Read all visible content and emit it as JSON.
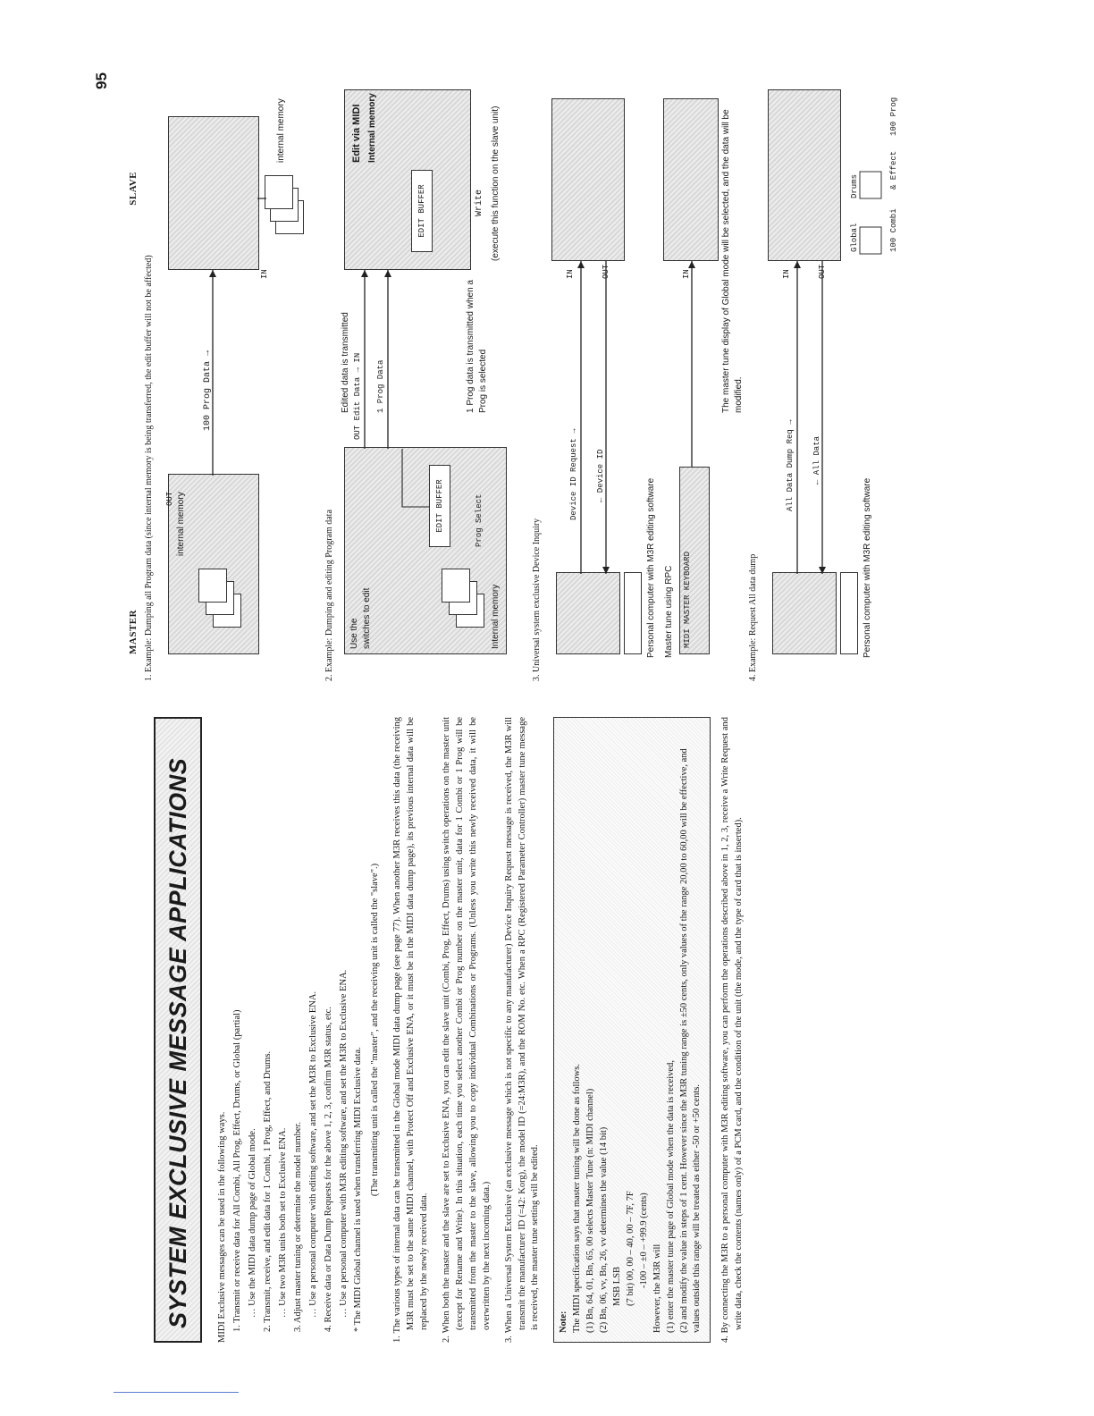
{
  "page": {
    "title": "SYSTEM EXCLUSIVE MESSAGE APPLICATIONS",
    "page_number": "95"
  },
  "intro": {
    "lead": "MIDI Exclusive messages can be used in the following ways.",
    "items": [
      "1. Transmit or receive data for All Combi, All Prog, Effect, Drums, or Global (partial)",
      "… Use the MIDI data dump page of Global mode.",
      "2. Transmit, receive, and edit data for 1 Combi, 1 Prog, Effect, and Drums.",
      "… Use two M3R units both set to Exclusive ENA.",
      "3. Adjust master tuning or determine the model number.",
      "… Use a personal computer with editing software, and set the M3R to Exclusive ENA.",
      "4. Receive data or Data Dump Requests for the above 1, 2, 3, confirm M3R status, etc.",
      "… Use a personal computer with M3R editing software, and set the M3R to Exclusive ENA.",
      "* The MIDI Global channel is used when transferring MIDI Exclusive data."
    ],
    "centered_note": "(The transmitting unit is called the \"master\", and the receiving unit is called the \"slave\".)"
  },
  "paragraphs": [
    "1. The various types of internal data can be transmitted in the Global mode MIDI data dump page (see page 77). When another M3R receives this data (the receiving M3R must be set to the same MIDI channel, with Protect Off and Exclusive ENA, or it must be in the MIDI data dump page), its previous internal data will be replaced by the newly received data.",
    "2. When both the master and the slave are set to Exclusive ENA, you can edit the slave unit (Combi, Prog, Effect, Drums) using switch operations on the master unit (except for Rename and Write). In this situation, each time you select another Combi or Prog number on the master unit, data for 1 Combi or 1 Prog will be transmitted from the master to the slave, allowing you to copy individual Combinations or Programs. (Unless you write this newly received data, it will be overwritten by the next incoming data.)",
    "3. When a Universal System Exclusive (an exclusive message which is not specific to any manufacturer) Device Inquiry Request message is received, the M3R will transmit the manufacturer ID (=42: Korg), the model ID (=24:M3R), and the ROM No. etc. When a RPC (Registered Parameter Controller) master tune message is received, the master tune setting will be edited."
  ],
  "note": {
    "title": "Note:",
    "lines": [
      "The MIDI specification says that master tuning will be done as follows.",
      "(1) Bn, 64, 01, Bn, 65, 00 selects Master Tune (n: MIDI channel)",
      "(2) Bn, 06, vv, Bn, 26, vv determines the value (14 bit)",
      "MSB       LSB",
      "(7 bit)   00, 00 – 40, 00 – 7F, 7F",
      "-100 –    ±0 – +99.9 (cents)",
      "However, the M3R will",
      "(1) enter the master tune page of Global mode when the data is received,",
      "(2) and modify the value in steps of 1 cent. However since the M3R tuning range is ±50 cents, only values of the range 20,00 to 60,00 will be effective, and values outside this range will be treated as either -50 or +50 cents."
    ]
  },
  "paragraph4": "4. By connecting the M3R to a personal computer with M3R editing software, you can perform the operations described above in 1, 2, 3, receive a Write Request and write data, check the contents (names only) of a PCM card, and the condition of the unit (the mode, and the type of card that is inserted).",
  "diagrams": {
    "master_label": "MASTER",
    "slave_label": "SLAVE",
    "ex1": {
      "title": "1. Example: Dumping all Program data (since internal memory is being transferred, the edit buffer will not be affected)",
      "out": "OUT",
      "in": "IN",
      "arrow_label": "100 Prog Data →",
      "internal_memory_master": "internal memory",
      "internal_memory_slave": "internal memory"
    },
    "ex2": {
      "title": "2. Example: Dumping and editing Program data",
      "use_switches": "Use the switches to edit",
      "edited_transmitted": "Edited data is transmitted",
      "out_edit_data": "OUT   Edit Data →   IN",
      "one_prog_data": "1 Prog Data",
      "edit_buffer_master": "EDIT BUFFER",
      "edit_buffer_slave": "EDIT BUFFER",
      "internal_memory_master": "Internal memory",
      "prog_select": "Prog Select",
      "one_prog_transmitted": "1 Prog data is transmitted when a Prog is selected",
      "edit_via_midi": "Edit via MIDI",
      "internal_memory_slave": "Internal memory",
      "write": "Write",
      "execute_note": "(execute this function on the slave unit)"
    },
    "ex3": {
      "title": "3. Universal system exclusive Device Inquiry",
      "request": "Device ID Request →",
      "reply": "← Device ID",
      "in": "IN",
      "out": "OUT",
      "pc_caption": "Personal computer with M3R editing software",
      "rpc_title": "Master tune using RPC",
      "keyboard_label": "MIDI MASTER KEYBOARD",
      "in2": "IN",
      "rpc_note": "The master tune display of Global mode will be selected, and the data will be modified."
    },
    "ex4": {
      "title": "4. Example: Request All data dump",
      "request": "All Data Dump Req →",
      "reply": "← All Data",
      "in": "IN",
      "out": "OUT",
      "pc_caption": "Personal computer with M3R editing software",
      "global": "Global",
      "drums": "Drums",
      "combi": "100 Combi",
      "effect": "& Effect",
      "prog": "100 Prog"
    }
  }
}
